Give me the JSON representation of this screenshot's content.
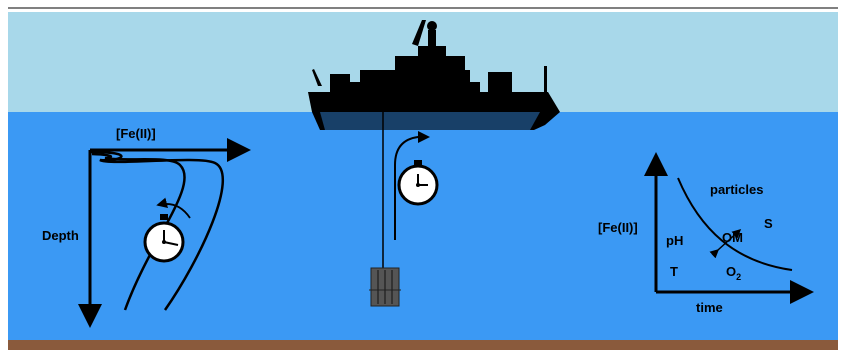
{
  "colors": {
    "sky": "#a8d8ea",
    "sea": "#3b99f4",
    "seabed": "#8a5a3c",
    "ink": "#000000",
    "dial": "#ffffff"
  },
  "icons": [
    "ship-icon",
    "stopwatch-icon",
    "sediment-trap-icon"
  ],
  "labels": {
    "fe_top": "[Fe(II)]",
    "depth": "Depth",
    "fe_left": "[Fe(II)]",
    "time": "time",
    "particles": "particles",
    "ph": "pH",
    "om": "OM",
    "s": "S",
    "t": "T",
    "o2_base": "O",
    "o2_sub": "2"
  }
}
